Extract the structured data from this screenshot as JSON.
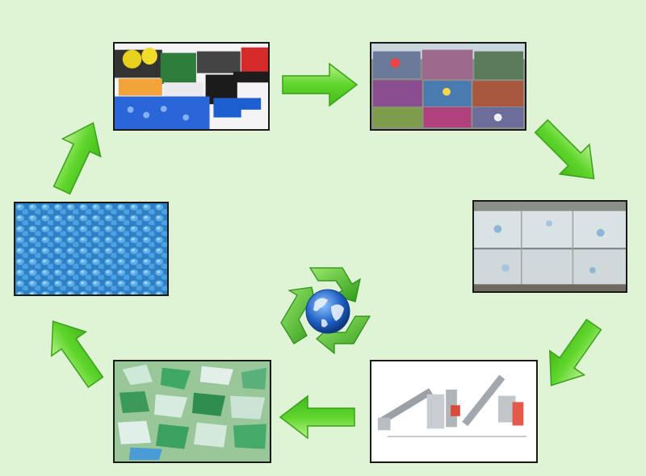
{
  "diagram": {
    "kind": "cycle",
    "direction": "clockwise",
    "steps": [
      {
        "id": "plastic-products",
        "icon": "plastic-pipes-photo"
      },
      {
        "id": "plastic-waste",
        "icon": "mixed-plastic-waste-bales-photo"
      },
      {
        "id": "compressed-bales",
        "icon": "pet-bottle-bales-photo"
      },
      {
        "id": "recycling-machine",
        "icon": "washing-line-machine-photo"
      },
      {
        "id": "plastic-flakes",
        "icon": "pet-flakes-photo"
      },
      {
        "id": "plastic-pellets",
        "icon": "blue-pellets-photo"
      }
    ],
    "center_icon": "recycle-globe-icon"
  },
  "colors": {
    "background": "#dff4d4",
    "arrow_fill": "#5fd62c",
    "arrow_light": "#b8f08a",
    "arrow_stroke": "#3aa01a",
    "recycle_green": "#4cc229",
    "globe_blue": "#1f5fc4"
  }
}
